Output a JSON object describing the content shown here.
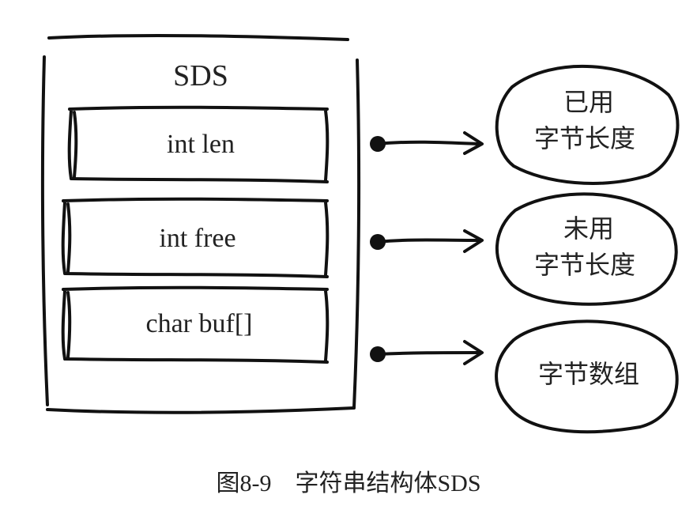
{
  "diagram": {
    "struct_title": "SDS",
    "fields": [
      {
        "label": "int len"
      },
      {
        "label": "int free"
      },
      {
        "label": "char buf[]"
      }
    ],
    "bubbles": [
      {
        "line1": "已用",
        "line2": "字节长度"
      },
      {
        "line1": "未用",
        "line2": "字节长度"
      },
      {
        "line1": "字节数组",
        "line2": ""
      }
    ]
  },
  "caption": "图8-9　字符串结构体SDS"
}
